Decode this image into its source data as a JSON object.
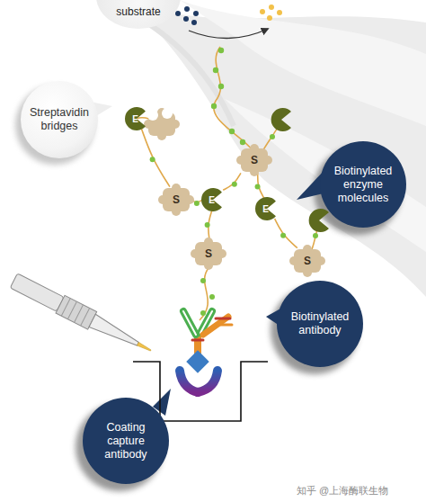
{
  "diagram": {
    "nodes": [
      {
        "text": [
          "substrate"
        ]
      },
      {
        "text": [
          "Streptavidin bridges"
        ]
      },
      {
        "text": [
          "E"
        ]
      },
      {
        "text": [
          "S"
        ]
      },
      {
        "text": [
          "Biotinylated enzyme molecules"
        ]
      },
      {
        "text": [
          "S"
        ]
      },
      {
        "text": [
          "E"
        ]
      },
      {
        "text": [
          "E"
        ]
      },
      {
        "text": [
          "S"
        ]
      },
      {
        "text": [
          "S"
        ]
      },
      {
        "text": [
          "Biotinylated antibody"
        ]
      },
      {
        "text": [
          "Coating capture antibody"
        ]
      }
    ],
    "edges": [
      {
        "from": 2,
        "to": 5,
        "arrow": "none"
      },
      {
        "from": 5,
        "to": 6,
        "arrow": "none"
      },
      {
        "from": 6,
        "to": 3,
        "arrow": "none"
      },
      {
        "from": 3,
        "to": 7,
        "arrow": "none"
      },
      {
        "from": 6,
        "to": 8,
        "arrow": "none"
      },
      {
        "from": 7,
        "to": 9,
        "arrow": "none"
      }
    ],
    "labels": [
      "知乎 @上海酶联生物"
    ]
  }
}
